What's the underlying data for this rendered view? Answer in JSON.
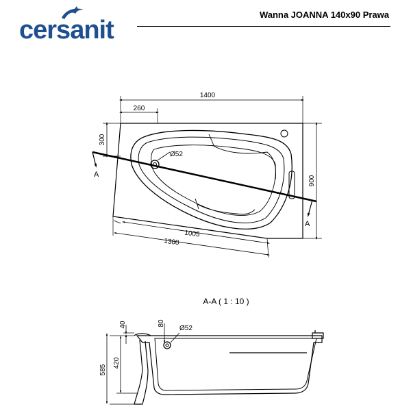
{
  "brand": {
    "name": "cersanit",
    "color": "#1e4f91"
  },
  "title": "Wanna JOANNA 140x90 Prawa",
  "top_view": {
    "dims": {
      "overall_length": "1400",
      "offset_top": "260",
      "offset_left": "300",
      "overall_width": "900",
      "inner_length": "1005",
      "base_length": "1300",
      "drain_diameter": "Ø52"
    },
    "section_marker_left": "A",
    "section_marker_right": "A"
  },
  "section_view": {
    "title": "A-A  ( 1 : 10 )",
    "dims": {
      "rim_thickness": "40",
      "drain_offset": "80",
      "drain_diameter": "Ø52",
      "inner_depth": "420",
      "total_height": "585"
    }
  }
}
